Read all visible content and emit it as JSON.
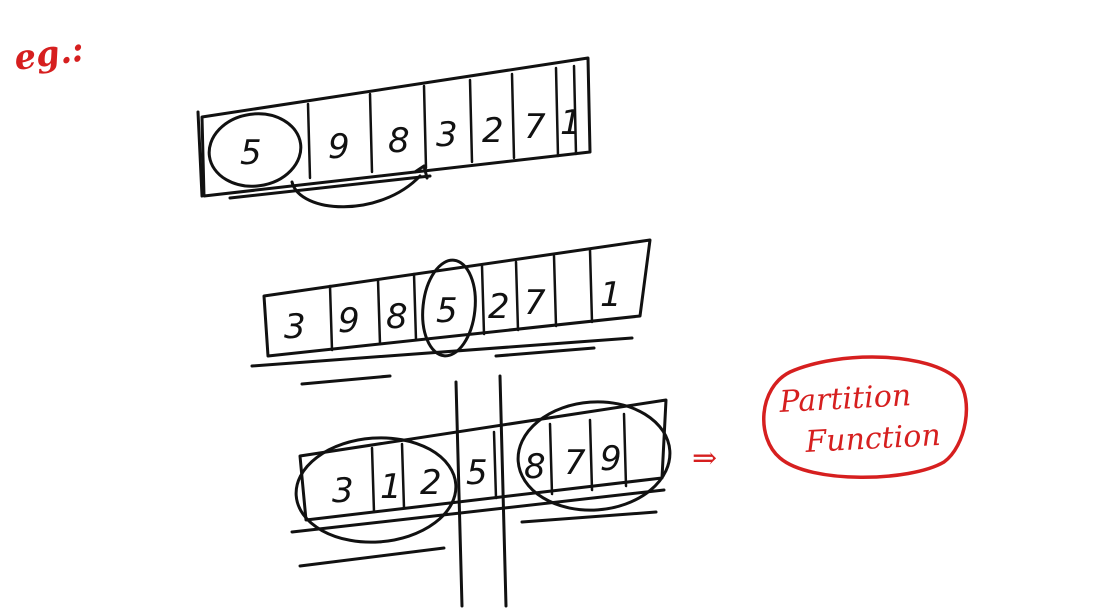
{
  "label": "eg.:",
  "colors": {
    "ink": "#111111",
    "annotation": "#d61f1f"
  },
  "arrays": [
    {
      "cells": [
        "5",
        "9",
        "8",
        "3",
        "2",
        "7",
        "1"
      ]
    },
    {
      "cells": [
        "3",
        "9",
        "8",
        "5",
        "2",
        "7",
        "1"
      ]
    },
    {
      "cells": [
        "3",
        "1",
        "2",
        "5",
        "8",
        "7",
        "9"
      ]
    }
  ],
  "arrow": "⇒",
  "partition_box": {
    "line1": "Partition",
    "line2": "Function"
  }
}
